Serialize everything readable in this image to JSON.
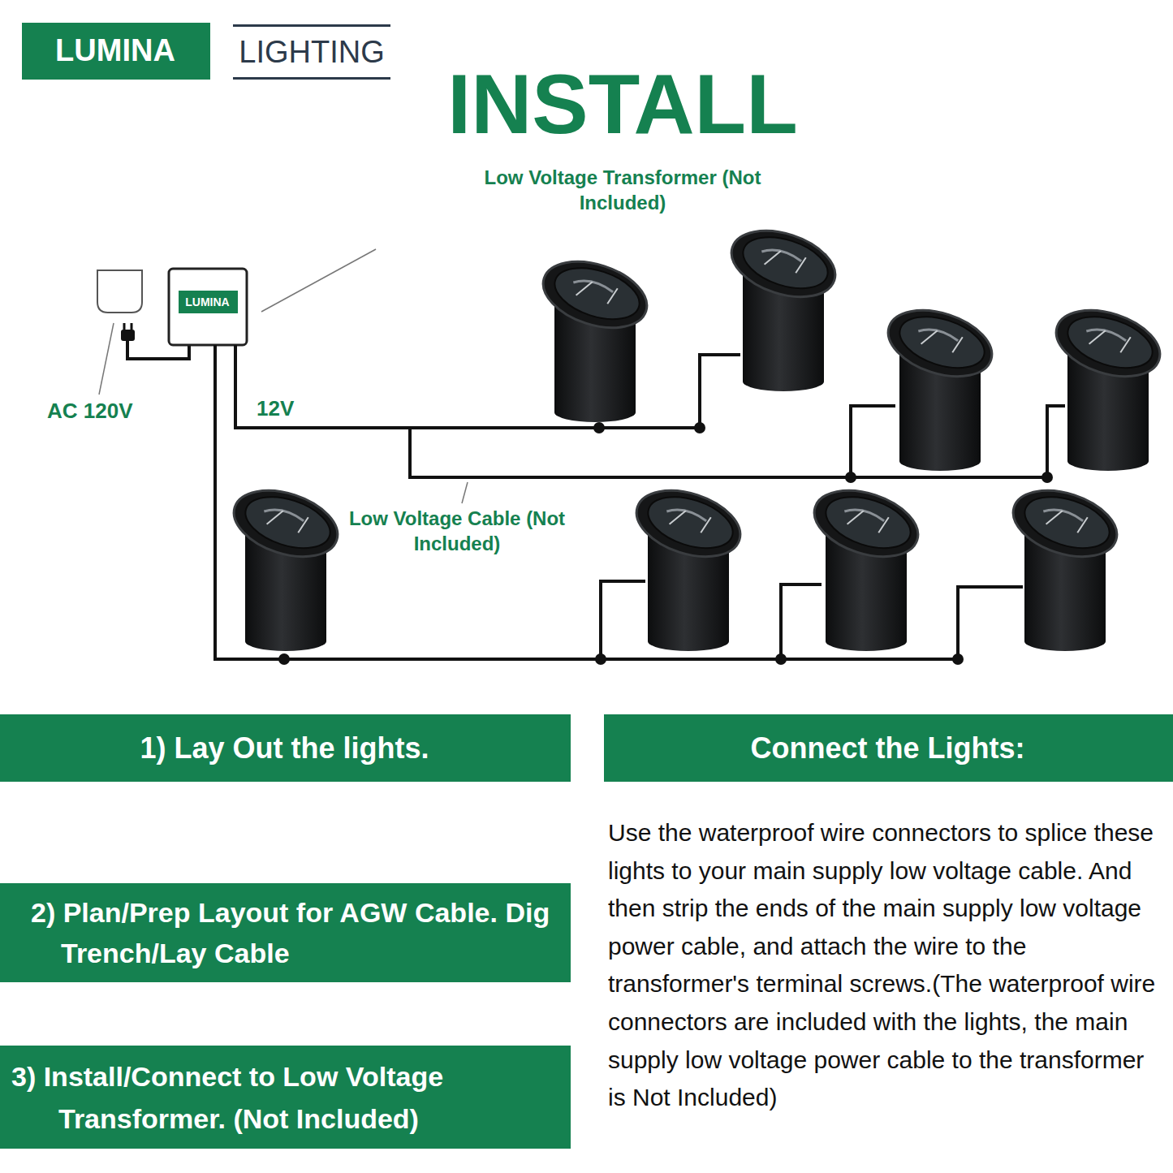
{
  "diagram": {
    "title": "INSTALL",
    "nodes": [
      {
        "text": [
          "LUMINA"
        ]
      },
      {
        "text": [
          "LUMINA"
        ]
      },
      {
        "text": [
          "1) Lay Out the lights."
        ]
      },
      {
        "text": [
          "Connect the Lights:"
        ]
      },
      {
        "text": [
          "2) Plan/Prep Layout for AGW Cable. Dig Trench/Lay Cable"
        ]
      },
      {
        "text": [
          "3) Install/Connect to Low Voltage Transformer. (Not Included)"
        ]
      }
    ],
    "labels": [
      "LIGHTING",
      "Low Voltage Transformer (Not Included)",
      "AC 120V",
      "12V",
      "Low Voltage Cable (Not Included)",
      "Use the waterproof wire connectors to splice these lights to your main supply low voltage cable. And then strip the ends of the main supply low voltage power cable, and attach the wire to the transformer's terminal screws.(The waterproof wire connectors are included with the lights, the main supply low voltage power cable to the transformer is Not Included)"
    ]
  }
}
